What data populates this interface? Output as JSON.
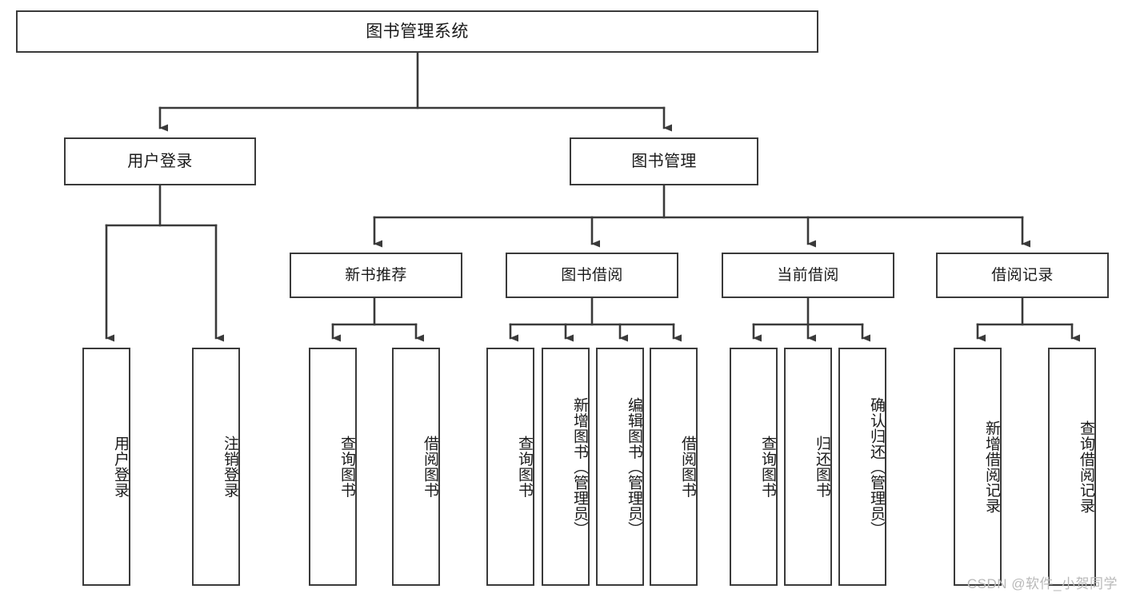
{
  "diagram": {
    "title": "图书管理系统",
    "type": "tree-hierarchy-chart",
    "watermark": "CSDN @软件_小贺同学",
    "colors": {
      "stroke": "#3a3a3a",
      "fill": "#ffffff",
      "text": "#1a1a1a",
      "watermark": "#b9b9b9"
    },
    "nodes": {
      "root": {
        "label": "图书管理系统"
      },
      "level2": [
        {
          "id": "user-login",
          "label": "用户登录"
        },
        {
          "id": "book-manage",
          "label": "图书管理"
        }
      ],
      "level3": [
        {
          "id": "new-book-recommend",
          "label": "新书推荐"
        },
        {
          "id": "book-borrow",
          "label": "图书借阅"
        },
        {
          "id": "current-borrow",
          "label": "当前借阅"
        },
        {
          "id": "borrow-record",
          "label": "借阅记录"
        }
      ],
      "leaves": {
        "user-login": [
          {
            "id": "leaf-user-login",
            "label": "用户登录"
          },
          {
            "id": "leaf-logout-login",
            "label": "注销登录"
          }
        ],
        "new-book-recommend": [
          {
            "id": "leaf-query-book-1",
            "label": "查询图书"
          },
          {
            "id": "leaf-borrow-book-1",
            "label": "借阅图书"
          }
        ],
        "book-borrow": [
          {
            "id": "leaf-query-book-2",
            "label": "查询图书"
          },
          {
            "id": "leaf-add-book",
            "label": "新增图书（管理员）"
          },
          {
            "id": "leaf-edit-book",
            "label": "编辑图书（管理员）"
          },
          {
            "id": "leaf-borrow-book-2",
            "label": "借阅图书"
          }
        ],
        "current-borrow": [
          {
            "id": "leaf-query-book-3",
            "label": "查询图书"
          },
          {
            "id": "leaf-return-book",
            "label": "归还图书"
          },
          {
            "id": "leaf-confirm-return",
            "label": "确认归还（管理员）"
          }
        ],
        "borrow-record": [
          {
            "id": "leaf-add-record",
            "label": "新增借阅记录"
          },
          {
            "id": "leaf-query-record",
            "label": "查询借阅记录"
          }
        ]
      }
    }
  }
}
